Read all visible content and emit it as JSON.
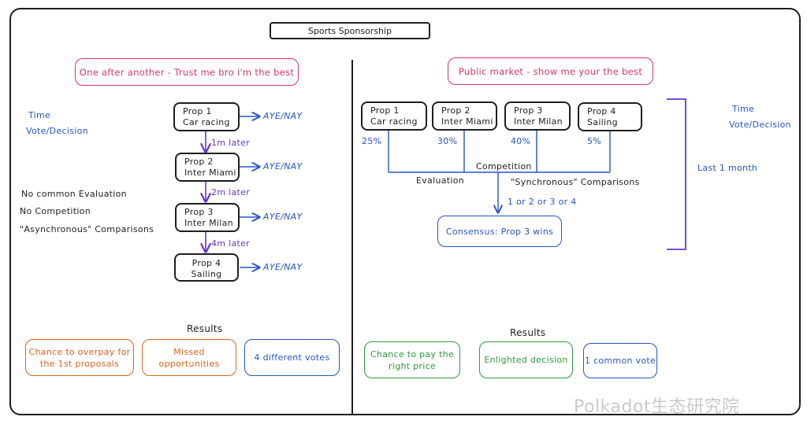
{
  "title": "Sports Sponsorship",
  "left": {
    "heading": "One after another - Trust me bro i'm the best",
    "axis_time": "Time",
    "axis_vote": "Vote/Decision",
    "notes": [
      "No common Evaluation",
      "No Competition",
      "\"Asynchronous\" Comparisons"
    ],
    "props": [
      {
        "line1": "Prop 1",
        "line2": "Car racing",
        "vote": "AYE/NAY"
      },
      {
        "line1": "Prop 2",
        "line2": "Inter Miami",
        "vote": "AYE/NAY"
      },
      {
        "line1": "Prop 3",
        "line2": "Inter Milan",
        "vote": "AYE/NAY"
      },
      {
        "line1": "Prop 4",
        "line2": "Sailing",
        "vote": "AYE/NAY"
      }
    ],
    "intervals": [
      "1m later",
      "2m later",
      "4m later"
    ],
    "results_label": "Results",
    "results": [
      "Chance to overpay for the 1st proposals",
      "Missed opportunities",
      "4 different votes"
    ]
  },
  "right": {
    "heading": "Public market - show me your the best",
    "axis_time": "Time",
    "axis_vote": "Vote/Decision",
    "period": "Last 1 month",
    "props": [
      {
        "line1": "Prop 1",
        "line2": "Car racing",
        "pct": "25%"
      },
      {
        "line1": "Prop 2",
        "line2": "Inter Miami",
        "pct": "30%"
      },
      {
        "line1": "Prop 3",
        "line2": "Inter Milan",
        "pct": "40%"
      },
      {
        "line1": "Prop 4",
        "line2": "Sailing",
        "pct": "5%"
      }
    ],
    "competition": "Competition",
    "evaluation": "Evaluation",
    "sync": "\"Synchronous\" Comparisons",
    "choice": "1 or 2 or 3 or 4",
    "consensus": "Consensus: Prop 3 wins",
    "results_label": "Results",
    "results": [
      "Chance to pay the right price",
      "Enlighted decision",
      "1 common vote"
    ]
  },
  "watermark": "Polkadot生态研究院",
  "colors": {
    "pink": "#e0316e",
    "blue": "#2553c8",
    "purple": "#6a35c9",
    "orange": "#e2621b",
    "green": "#2f9a3b",
    "ink": "#1e1e1e"
  }
}
